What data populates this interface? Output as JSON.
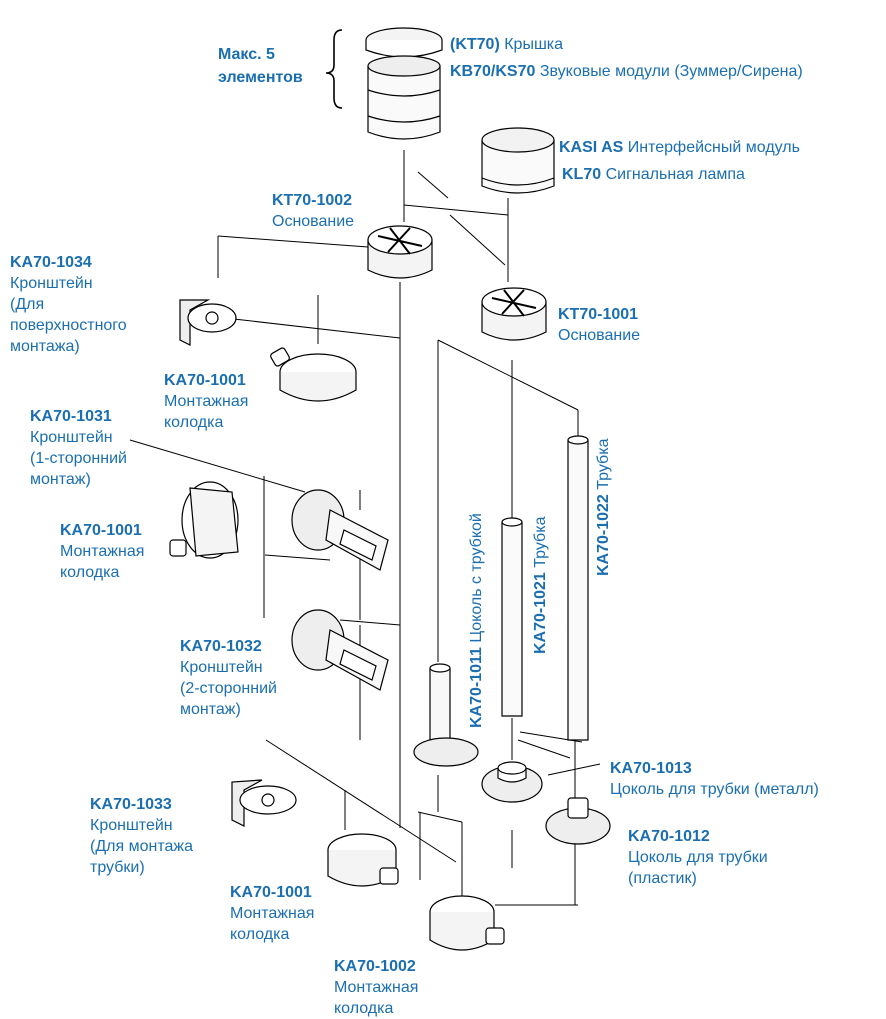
{
  "stack_note": {
    "line1": "Макс. 5",
    "line2": "элементов"
  },
  "labels": {
    "kt70": {
      "code": "(KT70)",
      "name": "Крышка"
    },
    "kb70": {
      "code": "KB70/KS70",
      "name": "Звуковые модули (Зуммер/Сирена)"
    },
    "kasi": {
      "code": "KASI AS",
      "name": "Интерфейсный модуль"
    },
    "kl70": {
      "code": "KL70",
      "name": "Сигнальная лампа"
    },
    "kt70_1002": {
      "code": "KT70-1002",
      "name": "Основание"
    },
    "kt70_1001": {
      "code": "KT70-1001",
      "name": "Основание"
    },
    "ka70_1034": {
      "code": "KA70-1034",
      "l1": "Кронштейн",
      "l2": "(Для",
      "l3": "поверхностного",
      "l4": "монтажа)"
    },
    "ka70_1001_a": {
      "code": "KA70-1001",
      "l1": "Монтажная",
      "l2": "колодка"
    },
    "ka70_1031": {
      "code": "KA70-1031",
      "l1": "Кронштейн",
      "l2": "(1-сторонний",
      "l3": "монтаж)"
    },
    "ka70_1001_b": {
      "code": "KA70-1001",
      "l1": "Монтажная",
      "l2": "колодка"
    },
    "ka70_1032": {
      "code": "KA70-1032",
      "l1": "Кронштейн",
      "l2": "(2-сторонний",
      "l3": "монтаж)"
    },
    "ka70_1033": {
      "code": "KA70-1033",
      "l1": "Кронштейн",
      "l2": "(Для монтажа",
      "l3": "трубки)"
    },
    "ka70_1001_c": {
      "code": "KA70-1001",
      "l1": "Монтажная",
      "l2": "колодка"
    },
    "ka70_1002": {
      "code": "KA70-1002",
      "l1": "Монтажная",
      "l2": "колодка"
    },
    "ka70_1013": {
      "code": "KA70-1013",
      "l1": "Цоколь для трубки  (металл)"
    },
    "ka70_1012": {
      "code": "KA70-1012",
      "l1": "Цоколь для трубки",
      "l2": "(пластик)"
    },
    "ka70_1011": {
      "code": "KA70-1011",
      "name": "Цоколь с трубкой"
    },
    "ka70_1021": {
      "code": "KA70-1021",
      "name": "Трубка"
    },
    "ka70_1022": {
      "code": "KA70-1022",
      "name": "Трубка"
    }
  },
  "colors": {
    "label": "#1b6fb0",
    "line": "#000000"
  }
}
